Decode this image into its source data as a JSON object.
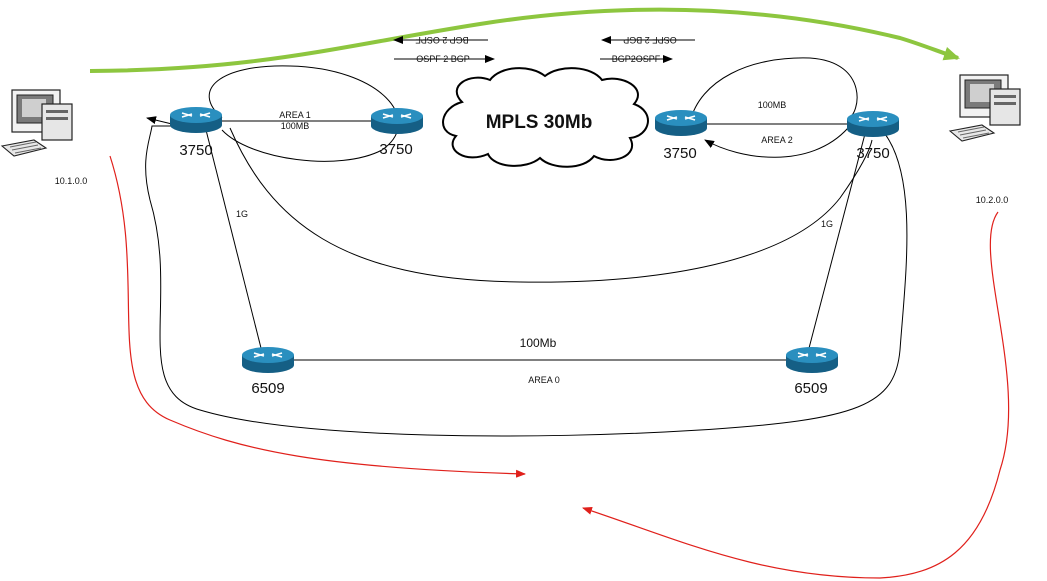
{
  "cloud": {
    "label": "MPLS 30Mb"
  },
  "routers": {
    "left_edge": "3750",
    "left_mpls": "3750",
    "right_mpls": "3750",
    "right_edge": "3750",
    "left_core": "6509",
    "right_core": "6509"
  },
  "links": {
    "area1_line1": "AREA 1",
    "area1_line2": "100MB",
    "area2_speed": "100MB",
    "area2_label": "AREA 2",
    "left_uplink": "1G",
    "right_uplink": "1G",
    "core_speed": "100Mb",
    "core_area": "AREA 0"
  },
  "redistribution": {
    "left_forward": "OSPF 2 BGP",
    "left_reverse": "BGP 2 OSPF",
    "right_forward": "BGP2OSPF",
    "right_reverse": "OSPF 2 BGP"
  },
  "hosts": {
    "left_subnet": "10.1.0.0",
    "right_subnet": "10.2.0.0"
  },
  "colors": {
    "router_top": "#1f7ea8",
    "router_body": "#155f85",
    "green_path": "#8dc63f",
    "red_path": "#e0201b"
  }
}
